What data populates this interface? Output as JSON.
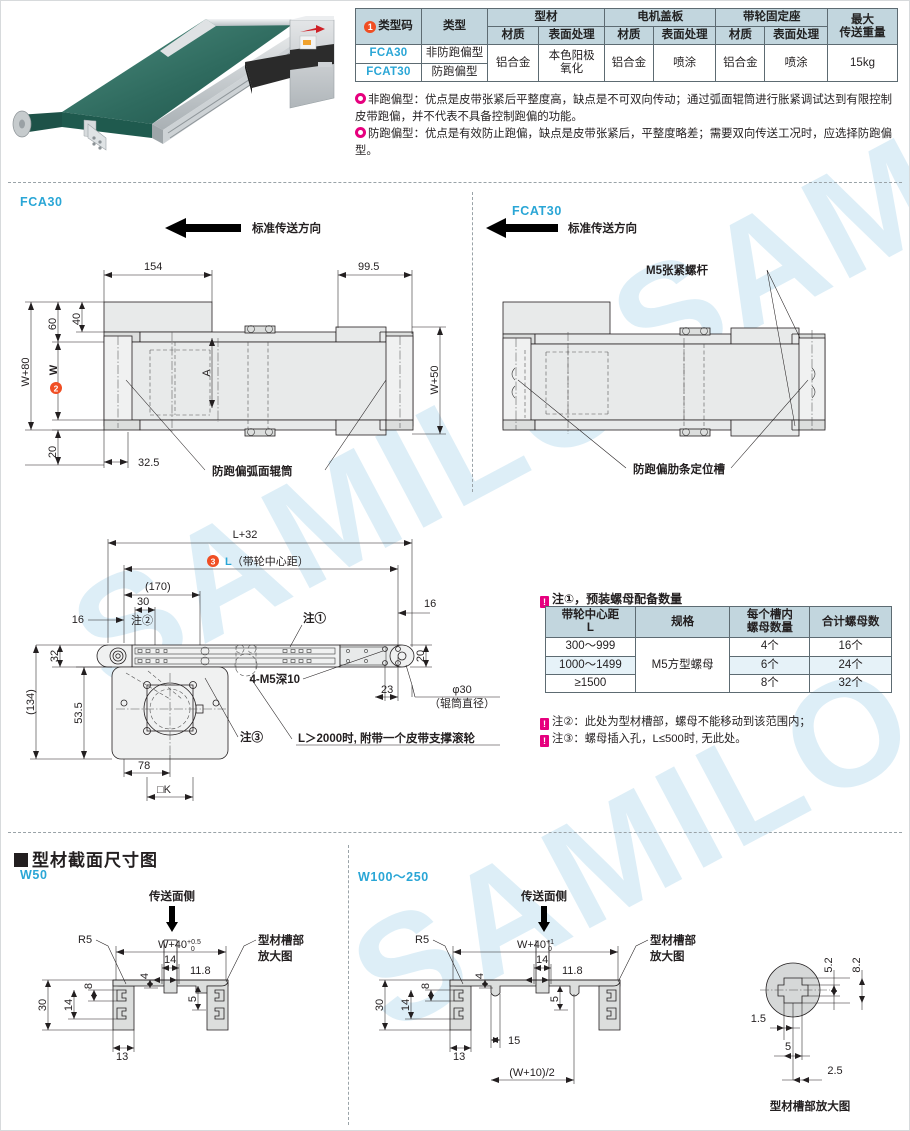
{
  "spec_table": {
    "badge": "1",
    "headers_top": [
      "类型码",
      "类型",
      "型材",
      "电机盖板",
      "带轮固定座",
      "最大\n传送重量"
    ],
    "headers_sub": [
      "材质",
      "表面处理",
      "材质",
      "表面处理",
      "材质",
      "表面处理"
    ],
    "group_profile": "型材",
    "group_motorcover": "电机盖板",
    "group_pulleybase": "带轮固定座",
    "col_typecode": "类型码",
    "col_type": "类型",
    "col_maxweight_l1": "最大",
    "col_maxweight_l2": "传送重量",
    "sub_material": "材质",
    "sub_surface": "表面处理",
    "rows": [
      {
        "code": "FCA30",
        "type": "非防跑偏型"
      },
      {
        "code": "FCAT30",
        "type": "防跑偏型"
      }
    ],
    "profile_material": "铝合金",
    "profile_surface_l1": "本色阳极",
    "profile_surface_l2": "氧化",
    "motor_material": "铝合金",
    "motor_surface": "喷涂",
    "pulley_material": "铝合金",
    "pulley_surface": "喷涂",
    "max_weight": "15kg"
  },
  "notes_top": [
    "非跑偏型：优点是皮带张紧后平整度高，缺点是不可双向传动；通过弧面辊筒进行胀紧调试达到有限控制皮带跑偏，并不代表不具备控制跑偏的功能。",
    "防跑偏型：优点是有效防止跑偏，缺点是皮带张紧后，平整度略差；需要双向传送工况时，应选择防跑偏型。"
  ],
  "view_left": {
    "model": "FCA30",
    "direction_label": "标准传送方向",
    "dims": {
      "d154": "154",
      "d99_5": "99.5",
      "d60": "60",
      "d40": "40",
      "d20": "20",
      "d32_5": "32.5",
      "W80": "W+80",
      "W50": "W+50",
      "W": "W",
      "A": "A",
      "badge2": "2"
    },
    "callout": "防跑偏弧面辊筒"
  },
  "view_right": {
    "model": "FCAT30",
    "direction_label": "标准传送方向",
    "callout_top": "M5张紧螺杆",
    "callout_bottom": "防跑偏肋条定位槽"
  },
  "view_plan": {
    "dims": {
      "L32": "L+32",
      "L_center": "L（带轮中心距）",
      "badge3": "3",
      "d170": "(170)",
      "d30": "30",
      "d16a": "16",
      "d16b": "16",
      "d32": "32",
      "d134": "(134)",
      "d53_5": "53.5",
      "d78": "78",
      "dK": "□K",
      "d20": "20",
      "d23": "23"
    },
    "note1": "注①",
    "note2": "注②",
    "note3": "注③",
    "tap_label": "4-M5深10",
    "roller_dia_l1": "φ30",
    "roller_dia_l2": "（辊筒直径）",
    "support_note": "L＞2000时, 附带一个皮带支撑滚轮"
  },
  "note_table": {
    "title": "注①，预装螺母配备数量",
    "headers": [
      "带轮中心距\nL",
      "规格",
      "每个槽内\n螺母数量",
      "合计螺母数"
    ],
    "header_l_l1": "带轮中心距",
    "header_l_l2": "L",
    "header_spec": "规格",
    "header_per_l1": "每个槽内",
    "header_per_l2": "螺母数量",
    "header_total": "合计螺母数",
    "spec_value": "M5方型螺母",
    "rows": [
      {
        "range": "300～999",
        "per_slot": "4个",
        "total": "16个"
      },
      {
        "range": "1000～1499",
        "per_slot": "6个",
        "total": "24个"
      },
      {
        "range": "≥1500",
        "per_slot": "8个",
        "total": "32个"
      }
    ],
    "footnotes": [
      "注②：此处为型材槽部，螺母不能移动到该范围内；",
      "注③：螺母插入孔，L≤500时, 无此处。"
    ]
  },
  "profile_section": {
    "heading": "型材截面尺寸图",
    "left": {
      "model": "W50",
      "surface_label": "传送面侧",
      "dims": {
        "width": "W+40",
        "tol_up": "+0.5",
        "tol_dn": "0",
        "d14": "14",
        "d11_8": "11.8",
        "d4": "4",
        "d5": "5",
        "d8": "8",
        "d14b": "14",
        "d30": "30",
        "d13": "13",
        "R5": "R5"
      },
      "callout_l1": "型材槽部",
      "callout_l2": "放大图"
    },
    "right": {
      "model": "W100～250",
      "surface_label": "传送面侧",
      "dims": {
        "width": "W+40",
        "tol_up": "+1",
        "tol_dn": "0",
        "d14": "14",
        "d11_8": "11.8",
        "d4": "4",
        "d5": "5",
        "d8": "8",
        "d14b": "14",
        "d30": "30",
        "d13": "13",
        "d15": "15",
        "dW10": "(W+10)/2",
        "R5": "R5"
      },
      "callout_l1": "型材槽部",
      "callout_l2": "放大图"
    },
    "detail": {
      "title": "型材槽部放大图",
      "d5_2": "5.2",
      "d8_2": "8.2",
      "d1_5": "1.5",
      "d5": "5",
      "d2_5": "2.5"
    }
  }
}
